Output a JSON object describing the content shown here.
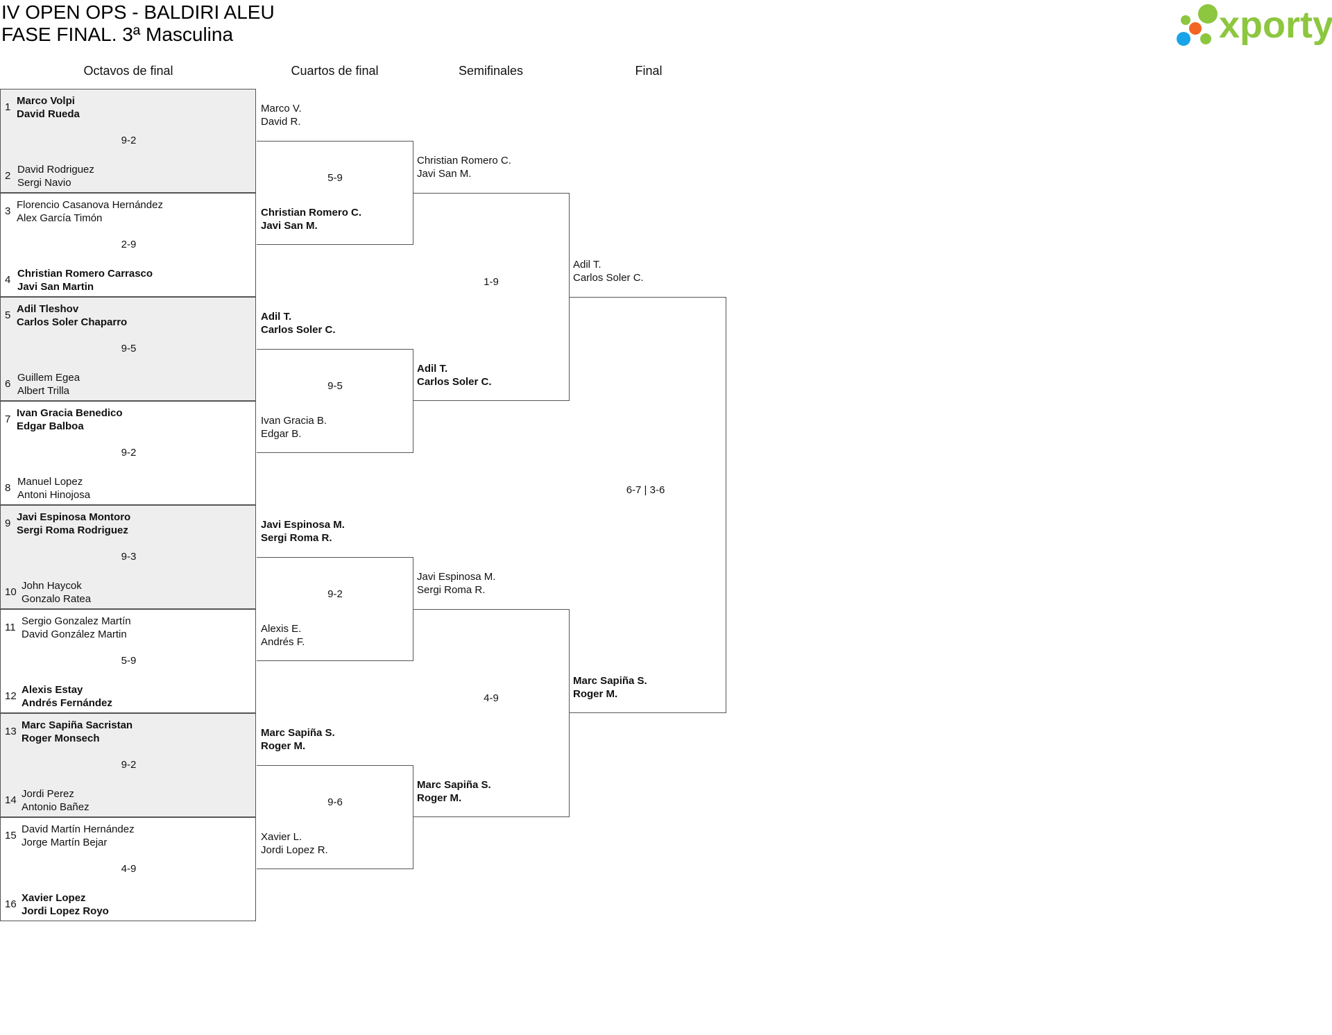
{
  "header": {
    "title_line1": "IV OPEN OPS - BALDIRI ALEU",
    "title_line2": "FASE FINAL. 3ª Masculina",
    "logo_text": "xporty",
    "logo_colors": {
      "green": "#8dc63f",
      "blue": "#1aa3e8",
      "orange": "#f26522"
    }
  },
  "rounds": [
    "Octavos de final",
    "Cuartos de final",
    "Semifinales",
    "Final"
  ],
  "octavos": [
    {
      "shaded": true,
      "score": "9-2",
      "top": {
        "seed": "1",
        "p1": "Marco Volpi",
        "p2": "David Rueda",
        "winner": true
      },
      "bottom": {
        "seed": "2",
        "p1": "David Rodriguez",
        "p2": "Sergi Navio",
        "winner": false
      }
    },
    {
      "shaded": false,
      "score": "2-9",
      "top": {
        "seed": "3",
        "p1": "Florencio Casanova Hernández",
        "p2": "Alex García Timón",
        "winner": false
      },
      "bottom": {
        "seed": "4",
        "p1": "Christian Romero Carrasco",
        "p2": "Javi San Martin",
        "winner": true
      }
    },
    {
      "shaded": true,
      "score": "9-5",
      "top": {
        "seed": "5",
        "p1": "Adil Tleshov",
        "p2": "Carlos Soler Chaparro",
        "winner": true
      },
      "bottom": {
        "seed": "6",
        "p1": "Guillem Egea",
        "p2": "Albert Trilla",
        "winner": false
      }
    },
    {
      "shaded": false,
      "score": "9-2",
      "top": {
        "seed": "7",
        "p1": "Ivan Gracia Benedico",
        "p2": "Edgar Balboa",
        "winner": true
      },
      "bottom": {
        "seed": "8",
        "p1": "Manuel Lopez",
        "p2": "Antoni Hinojosa",
        "winner": false
      }
    },
    {
      "shaded": true,
      "score": "9-3",
      "top": {
        "seed": "9",
        "p1": "Javi Espinosa Montoro",
        "p2": "Sergi Roma Rodriguez",
        "winner": true
      },
      "bottom": {
        "seed": "10",
        "p1": "John Haycok",
        "p2": "Gonzalo Ratea",
        "winner": false
      }
    },
    {
      "shaded": false,
      "score": "5-9",
      "top": {
        "seed": "11",
        "p1": "Sergio Gonzalez Martín",
        "p2": "David González Martin",
        "winner": false
      },
      "bottom": {
        "seed": "12",
        "p1": "Alexis Estay",
        "p2": "Andrés Fernández",
        "winner": true
      }
    },
    {
      "shaded": true,
      "score": "9-2",
      "top": {
        "seed": "13",
        "p1": "Marc Sapiña Sacristan",
        "p2": "Roger Monsech",
        "winner": true
      },
      "bottom": {
        "seed": "14",
        "p1": "Jordi Perez",
        "p2": "Antonio Bañez",
        "winner": false
      }
    },
    {
      "shaded": false,
      "score": "4-9",
      "top": {
        "seed": "15",
        "p1": "David Martín Hernández",
        "p2": "Jorge Martín Bejar",
        "winner": false
      },
      "bottom": {
        "seed": "16",
        "p1": "Xavier Lopez",
        "p2": "Jordi Lopez Royo",
        "winner": true
      }
    }
  ],
  "cuartos": [
    {
      "score": "5-9",
      "top": {
        "p1": "Marco V.",
        "p2": "David R.",
        "winner": false
      },
      "bottom": {
        "p1": "Christian Romero C.",
        "p2": "Javi San M.",
        "winner": true
      }
    },
    {
      "score": "9-5",
      "top": {
        "p1": "Adil T.",
        "p2": "Carlos Soler C.",
        "winner": true
      },
      "bottom": {
        "p1": "Ivan Gracia B.",
        "p2": "Edgar B.",
        "winner": false
      }
    },
    {
      "score": "9-2",
      "top": {
        "p1": "Javi Espinosa M.",
        "p2": "Sergi Roma R.",
        "winner": true
      },
      "bottom": {
        "p1": "Alexis E.",
        "p2": "Andrés F.",
        "winner": false
      }
    },
    {
      "score": "9-6",
      "top": {
        "p1": "Marc Sapiña S.",
        "p2": "Roger M.",
        "winner": true
      },
      "bottom": {
        "p1": "Xavier L.",
        "p2": "Jordi Lopez R.",
        "winner": false
      }
    }
  ],
  "semis": [
    {
      "score": "1-9",
      "top": {
        "p1": "Christian Romero C.",
        "p2": "Javi San M.",
        "winner": false
      },
      "bottom": {
        "p1": "Adil T.",
        "p2": "Carlos Soler C.",
        "winner": true
      }
    },
    {
      "score": "4-9",
      "top": {
        "p1": "Javi Espinosa M.",
        "p2": "Sergi Roma R.",
        "winner": false
      },
      "bottom": {
        "p1": "Marc Sapiña S.",
        "p2": "Roger M.",
        "winner": true
      }
    }
  ],
  "final": {
    "score": "6-7 | 3-6",
    "top": {
      "p1": "Adil T.",
      "p2": "Carlos Soler C.",
      "winner": false
    },
    "bottom": {
      "p1": "Marc Sapiña S.",
      "p2": "Roger M.",
      "winner": true
    }
  }
}
